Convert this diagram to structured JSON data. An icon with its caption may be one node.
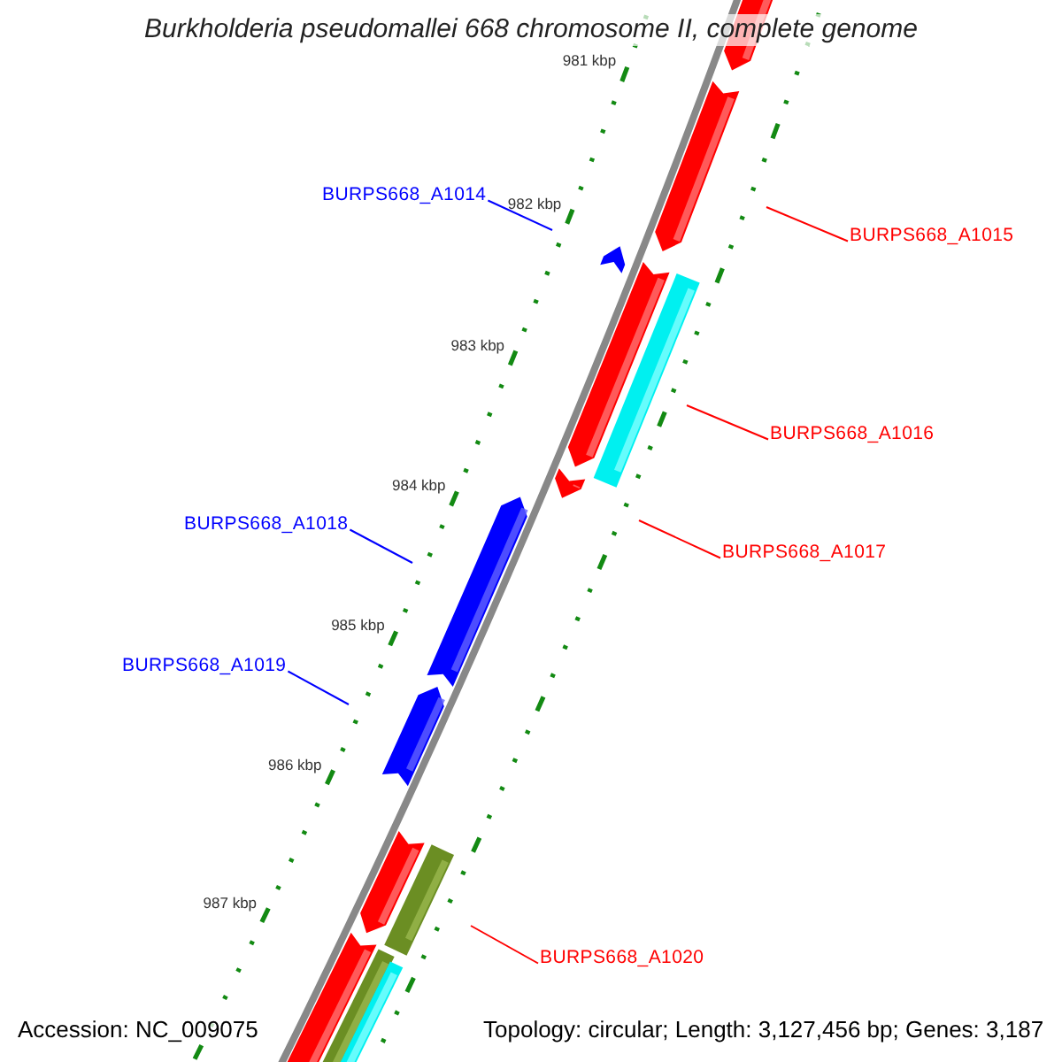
{
  "diagram": {
    "title": "Burkholderia pseudomallei 668 chromosome II, complete genome",
    "nodes": [
      {
        "text": [
          "BURPS668_A1014"
        ]
      },
      {
        "text": [
          "BURPS668_A1015"
        ]
      },
      {
        "text": [
          "BURPS668_A1016"
        ]
      },
      {
        "text": [
          "BURPS668_A1017"
        ]
      },
      {
        "text": [
          "BURPS668_A1018"
        ]
      },
      {
        "text": [
          "BURPS668_A1019"
        ]
      },
      {
        "text": [
          "BURPS668_A1020"
        ]
      }
    ],
    "edges": [
      {
        "from": 0,
        "to": null,
        "arrow": "none",
        "color": "#0000ff"
      },
      {
        "from": 1,
        "to": null,
        "arrow": "none"
      },
      {
        "from": 2,
        "to": null,
        "arrow": "none"
      },
      {
        "from": 3,
        "to": null,
        "arrow": "none"
      },
      {
        "from": 4,
        "to": null,
        "arrow": "none",
        "color": "#0000ff"
      },
      {
        "from": 5,
        "to": null,
        "arrow": "none",
        "color": "#0000ff"
      },
      {
        "from": 6,
        "to": null,
        "arrow": "none"
      }
    ],
    "labels": [
      "981 kbp",
      "982 kbp",
      "983 kbp",
      "984 kbp",
      "985 kbp",
      "986 kbp",
      "987 kbp",
      "Accession: NC_009075",
      "Topology: circular; Length: 3,127,456 bp; Genes: 3,187"
    ]
  }
}
